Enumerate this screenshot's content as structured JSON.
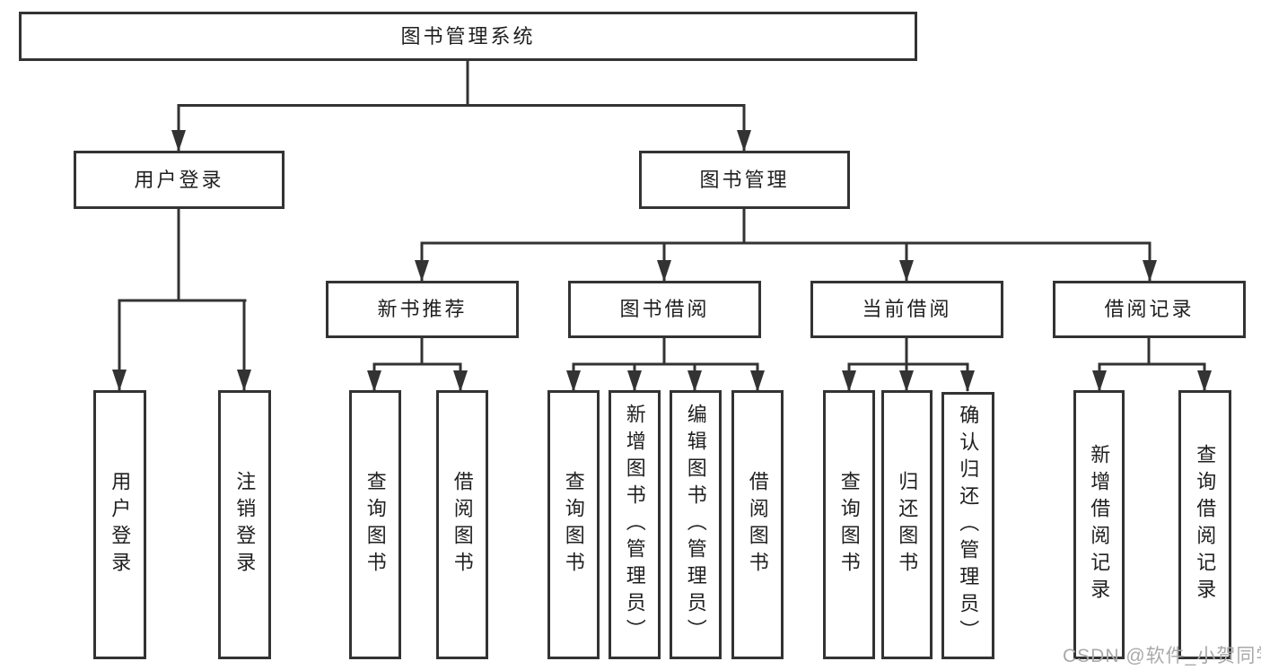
{
  "diagram_type": "hierarchy-tree",
  "nodes": {
    "root": "图书管理系统",
    "user_login": "用户登录",
    "book_mgmt": "图书管理",
    "new_book_rec": "新书推荐",
    "book_borrowing": "图书借阅",
    "current_borrowing": "当前借阅",
    "borrowing_records": "借阅记录",
    "login_user": "用户登录",
    "login_logout": "注销登录",
    "rec_query": "查询图书",
    "rec_borrow": "借阅图书",
    "bb_query": "查询图书",
    "bb_add": "新增图书（管理员）",
    "bb_edit": "编辑图书（管理员）",
    "bb_borrow": "借阅图书",
    "cb_query": "查询图书",
    "cb_return": "归还图书",
    "cb_confirm": "确认归还（管理员）",
    "br_add": "新增借阅记录",
    "br_query": "查询借阅记录"
  },
  "watermark": "CSDN @软件_小贺同学",
  "colors": {
    "line": "#333333",
    "text": "#1f1f1f",
    "watermark": "#a9a9a9",
    "bg": "#ffffff"
  }
}
